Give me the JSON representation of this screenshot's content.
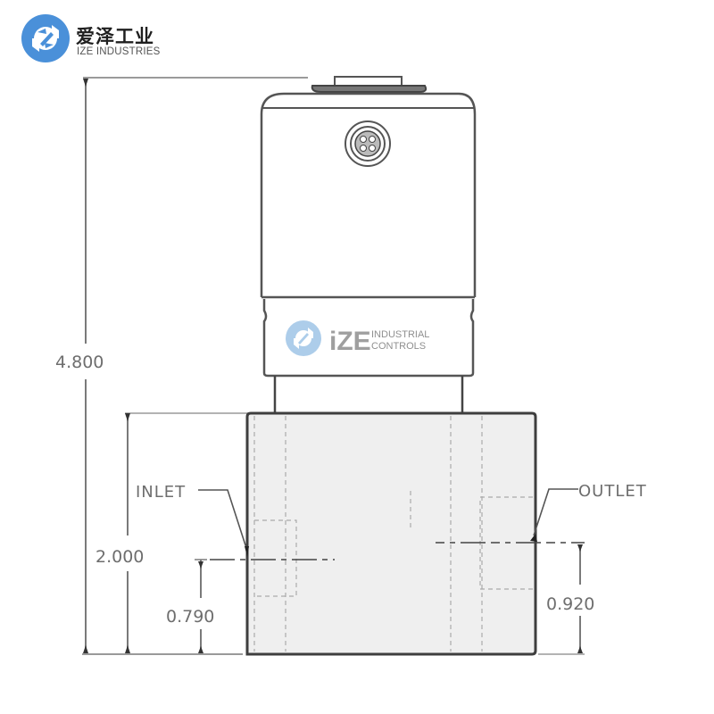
{
  "brand": {
    "name_cn": "爱泽工业",
    "name_en": "IZE INDUSTRIES",
    "accent_color": "#4a90d9"
  },
  "watermark": {
    "mark": "iZE",
    "line1": "INDUSTRIAL",
    "line2": "CONTROLS",
    "color": "#a9cbe9"
  },
  "drawing": {
    "type": "valve-front-view",
    "body_fill": "#efefef",
    "line_color": "#4a4a4a",
    "dimensions": {
      "overall_height": "4.800",
      "body_height": "2.000",
      "inlet_height": "0.790",
      "outlet_height": "0.920"
    },
    "callouts": {
      "inlet": "INLET",
      "outlet": "OUTLET"
    }
  }
}
